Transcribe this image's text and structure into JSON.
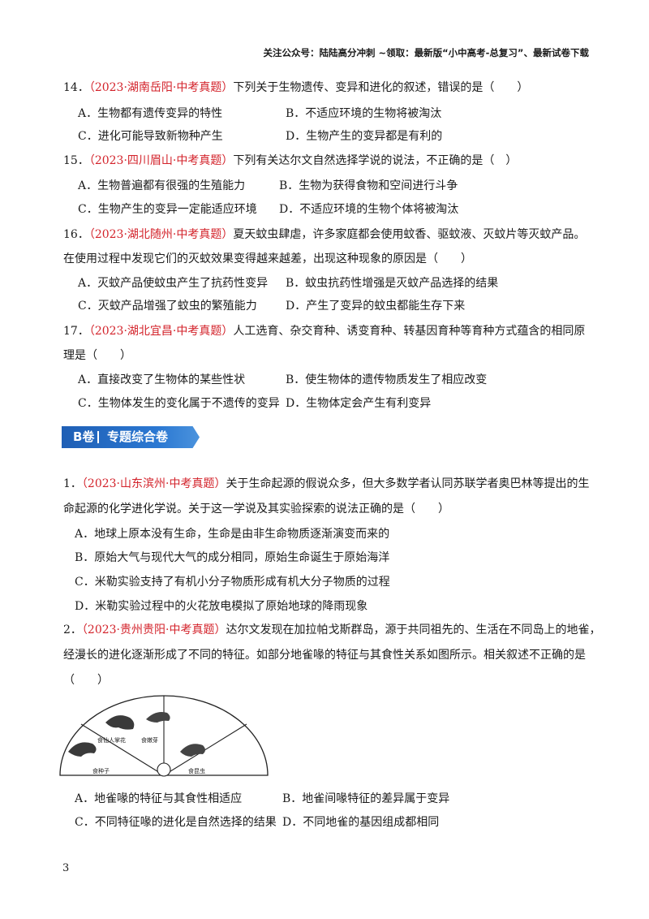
{
  "header": "关注公众号：陆陆高分冲刺  ~领取：最新版“小中高考-总复习”、最新试卷下载",
  "q14": {
    "num": "14．",
    "source": "（2023·湖南岳阳·中考真题）",
    "stem": "下列关于生物遗传、变异和进化的叙述，错误的是（　　）",
    "A": "A．生物都有遗传变异的特性",
    "B": "B．不适应环境的生物将被淘汰",
    "C": "C．进化可能导致新物种产生",
    "D": "D．生物产生的变异都是有利的"
  },
  "q15": {
    "num": "15．",
    "source": "（2023·四川眉山·中考真题）",
    "stem": "下列有关达尔文自然选择学说的说法，不正确的是（　）",
    "A": "A．生物普遍都有很强的生殖能力",
    "B": "B．生物为获得食物和空间进行斗争",
    "C": "C．生物产生的变异一定能适应环境",
    "D": "D．不适应环境的生物个体将被淘汰"
  },
  "q16": {
    "num": "16．",
    "source": "（2023·湖北随州·中考真题）",
    "stem1": "夏天蚊虫肆虐，许多家庭都会使用蚊香、驱蚊液、灭蚊片等灭蚊产品。",
    "stem2": "在使用过程中发现它们的灭蚊效果变得越来越差，出现这种现象的原因是（　　）",
    "A": "A．灭蚊产品使蚊虫产生了抗药性变异",
    "B": "B．蚊虫抗药性增强是灭蚊产品选择的结果",
    "C": "C．灭蚊产品增强了蚊虫的繁殖能力",
    "D": "D．产生了变异的蚊虫都能生存下来"
  },
  "q17": {
    "num": "17．",
    "source": "（2023·湖北宜昌·中考真题）",
    "stem1": "人工选育、杂交育种、诱变育种、转基因育种等育种方式蕴含的相同原",
    "stem2": "理是（　　）",
    "A": "A．直接改变了生物体的某些性状",
    "B": "B．使生物体的遗传物质发生了相应改变",
    "C": "C．生物体发生的变化属于不遗传的变异",
    "D": "D．生物体定会产生有利变异"
  },
  "banner": {
    "b1": "B卷",
    "b2": "专题综合卷"
  },
  "b1": {
    "num": "1．",
    "source": "（2023·山东滨州·中考真题）",
    "stem1": "关于生命起源的假说众多，但大多数学者认同苏联学者奥巴林等提出的生",
    "stem2": "命起源的化学进化学说。关于这一学说及其实验探索的说法正确的是（　　）",
    "A": "A．地球上原本没有生命，生命是由非生命物质逐渐演变而来的",
    "B": "B．原始大气与现代大气的成分相同，原始生命诞生于原始海洋",
    "C": "C．米勒实验支持了有机小分子物质形成有机大分子物质的过程",
    "D": "D．米勒实验过程中的火花放电模拟了原始地球的降雨现象"
  },
  "b2": {
    "num": "2．",
    "source": "（2023·贵州贵阳·中考真题）",
    "stem1": "达尔文发现在加拉帕戈斯群岛，源于共同祖先的、生活在不同岛上的地雀，",
    "stem2": "经漫长的进化逐渐形成了不同的特征。如部分地雀喙的特征与其食性关系如图所示。相关叙述不正确的是",
    "stem3": "（　　）",
    "figure_labels": [
      "食仙人掌花",
      "食嫩芽",
      "食种子",
      "食昆虫"
    ],
    "A": "A．地雀喙的特征与其食性相适应",
    "B": "B．地雀间喙特征的差异属于变异",
    "C": "C．不同特征喙的进化是自然选择的结果",
    "D": "D．不同地雀的基因组成都相同"
  },
  "page_number": "3"
}
